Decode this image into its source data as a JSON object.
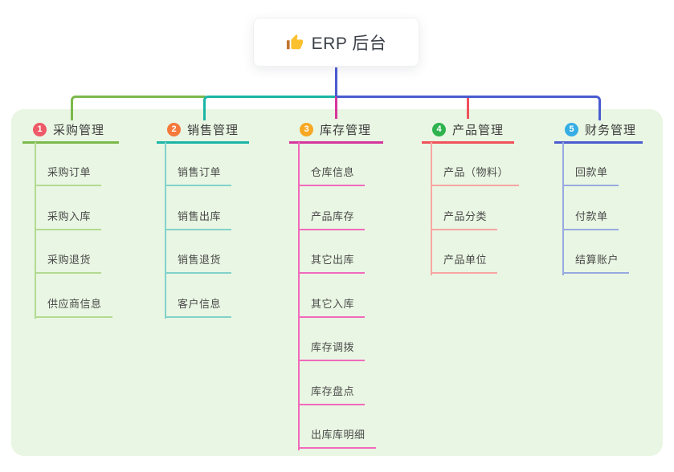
{
  "root": {
    "label": "ERP 后台",
    "icon": "thumbs-up-icon"
  },
  "panel_bg": "#E9F6E3",
  "connector_root_color": "#4A5CD0",
  "branches": [
    {
      "num": "1",
      "label": "采购管理",
      "badge_color": "#EE5A67",
      "line_color": "#7CB94C",
      "light_color": "#B3DA92",
      "children": [
        "采购订单",
        "采购入库",
        "采购退货",
        "供应商信息"
      ]
    },
    {
      "num": "2",
      "label": "销售管理",
      "badge_color": "#F4793B",
      "line_color": "#1BB5A6",
      "light_color": "#82D2CA",
      "children": [
        "销售订单",
        "销售出库",
        "销售退货",
        "客户信息"
      ]
    },
    {
      "num": "3",
      "label": "库存管理",
      "badge_color": "#F7A823",
      "line_color": "#D6359B",
      "light_color": "#F06ABC",
      "children": [
        "仓库信息",
        "产品库存",
        "其它出库",
        "其它入库",
        "库存调拨",
        "库存盘点",
        "出库库明细"
      ]
    },
    {
      "num": "4",
      "label": "产品管理",
      "badge_color": "#2EB34E",
      "line_color": "#F0515A",
      "light_color": "#F7A5A3",
      "children": [
        "产品（物料）",
        "产品分类",
        "产品单位"
      ]
    },
    {
      "num": "5",
      "label": "财务管理",
      "badge_color": "#36ADE4",
      "line_color": "#4A5CD0",
      "light_color": "#97A9E0",
      "children": [
        "回款单",
        "付款单",
        "结算账户"
      ]
    }
  ]
}
